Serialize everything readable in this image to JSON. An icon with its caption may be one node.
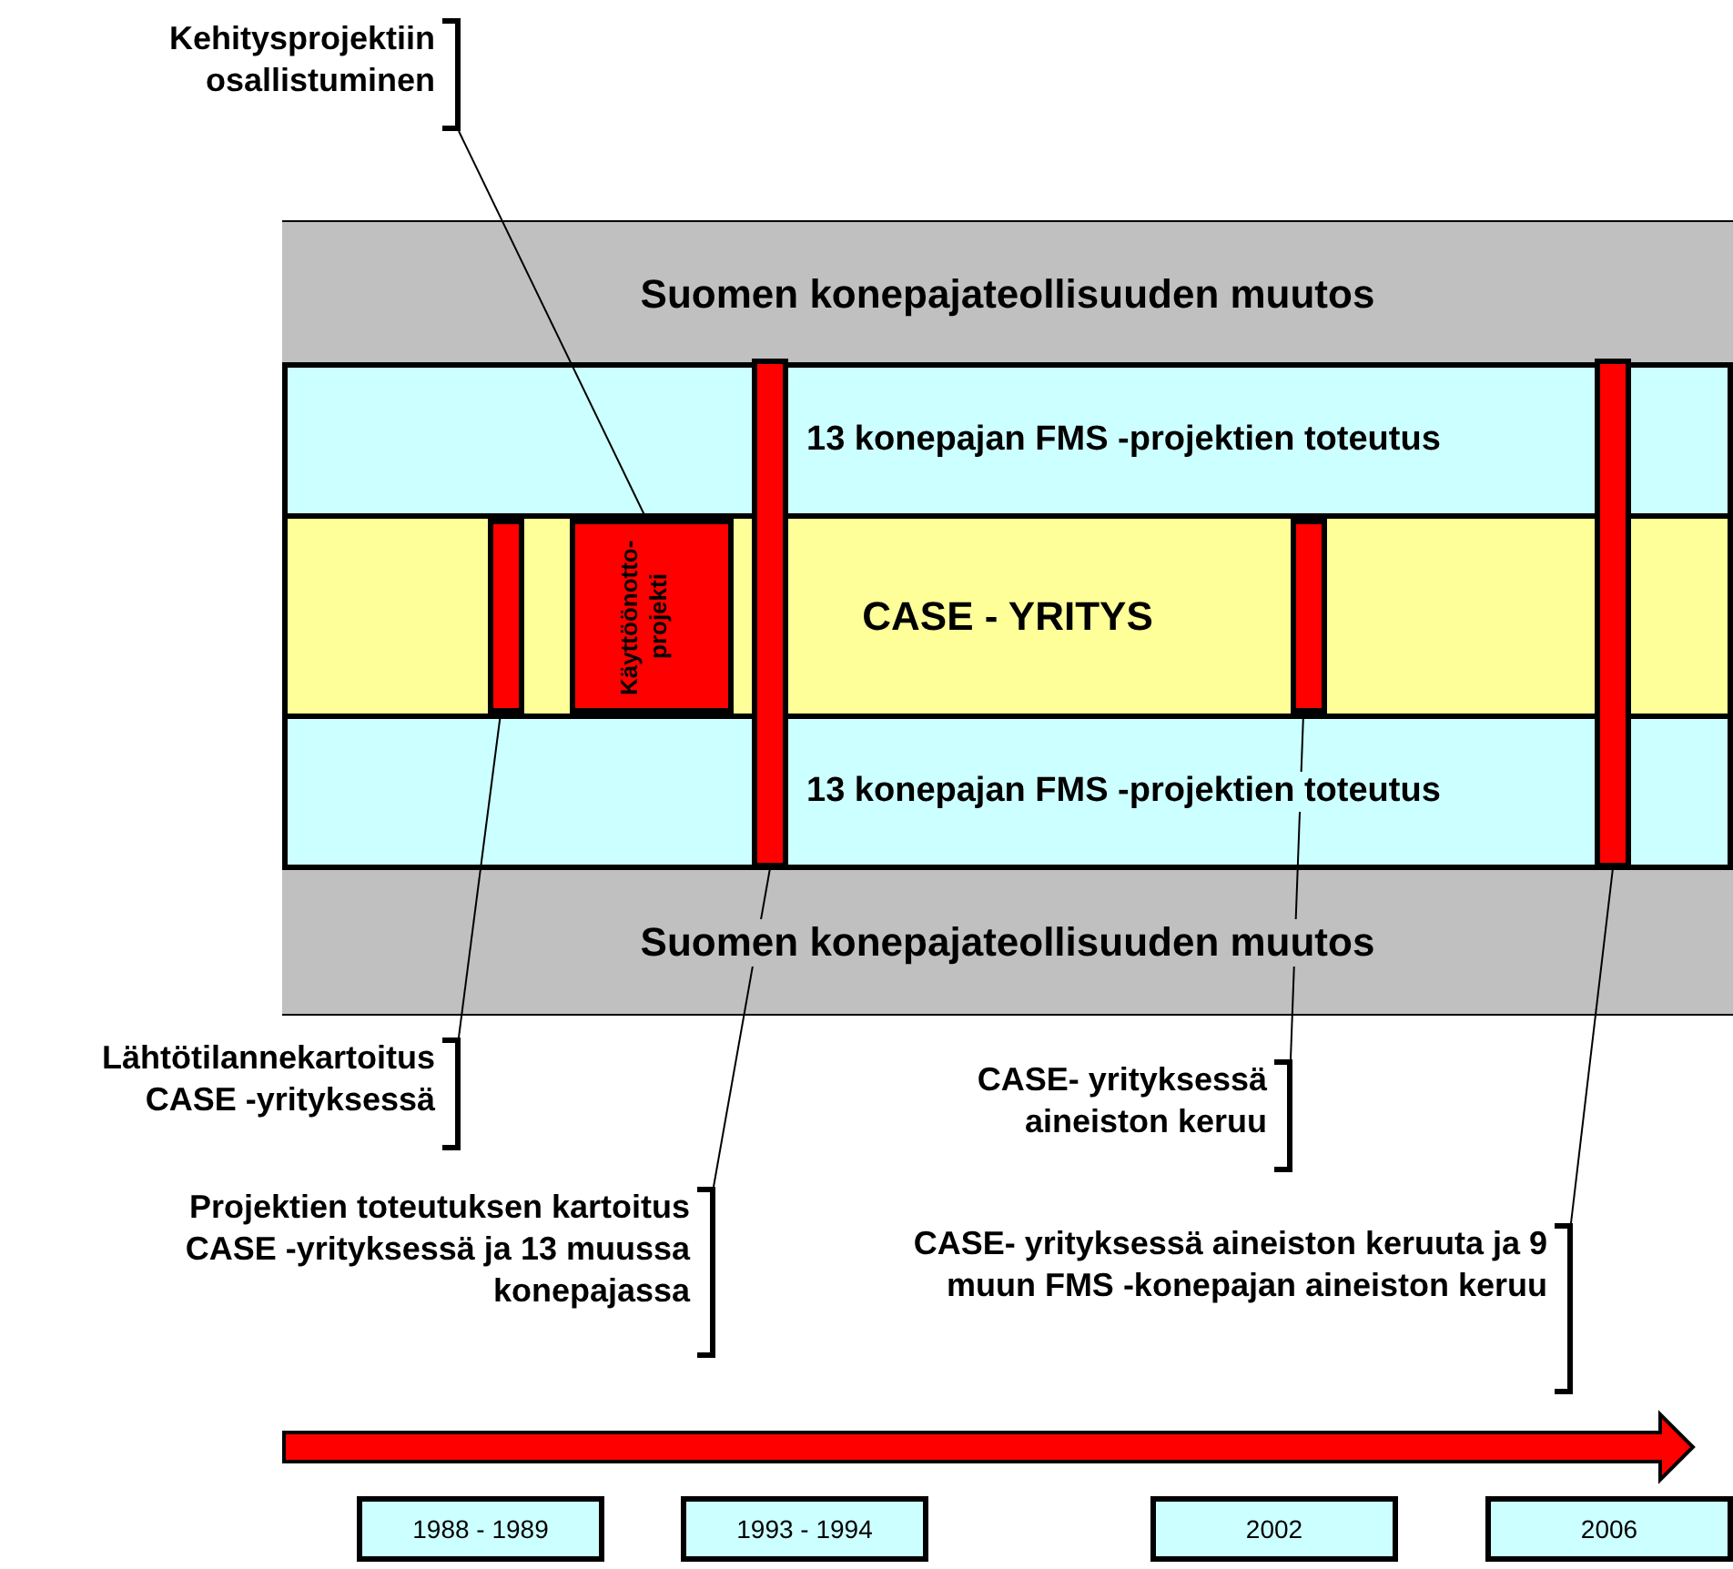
{
  "diagram": {
    "nodes": [
      {
        "text": [
          "Kehitysprojektiin osallistuminen"
        ]
      },
      {
        "text": [
          "Suomen konepajateollisuuden muutos"
        ]
      },
      {
        "text": [
          "13 konepajan FMS -projektien toteutus"
        ]
      },
      {
        "text": [
          "CASE - YRITYS"
        ]
      },
      {
        "text": [],
        "shape": "bar",
        "in": 3
      },
      {
        "text": [
          "Käyttöönotto-projekti"
        ],
        "in": 3
      },
      {
        "text": [],
        "shape": "bar"
      },
      {
        "text": [],
        "shape": "bar",
        "in": 3
      },
      {
        "text": [],
        "shape": "bar"
      },
      {
        "text": [
          "13 konepajan FMS -projektien toteutus"
        ]
      },
      {
        "text": [
          "Suomen konepajateollisuuden muutos"
        ]
      },
      {
        "text": [
          "Lähtötilannekartoitus CASE -yrityksessä"
        ]
      },
      {
        "text": [
          "CASE- yrityksessä aineiston keruu"
        ]
      },
      {
        "text": [
          "Projektien toteutuksen kartoitus CASE -yrityksessä ja 13 muussa konepajassa"
        ]
      },
      {
        "text": [
          "CASE- yrityksessä aineiston keruuta ja 9 muun FMS -konepajan aineiston keruu"
        ]
      },
      {
        "text": [
          "1988 - 1989"
        ]
      },
      {
        "text": [
          "1993 - 1994"
        ]
      },
      {
        "text": [
          "2002"
        ]
      },
      {
        "text": [
          "2006"
        ]
      }
    ],
    "edges": [
      {
        "from": 0,
        "to": 5,
        "arrow": "none"
      },
      {
        "from": 11,
        "to": 4,
        "arrow": "none"
      },
      {
        "from": 13,
        "to": 6,
        "arrow": "none"
      },
      {
        "from": 12,
        "to": 7,
        "arrow": "none"
      },
      {
        "from": 14,
        "to": 8,
        "arrow": "none"
      }
    ]
  }
}
